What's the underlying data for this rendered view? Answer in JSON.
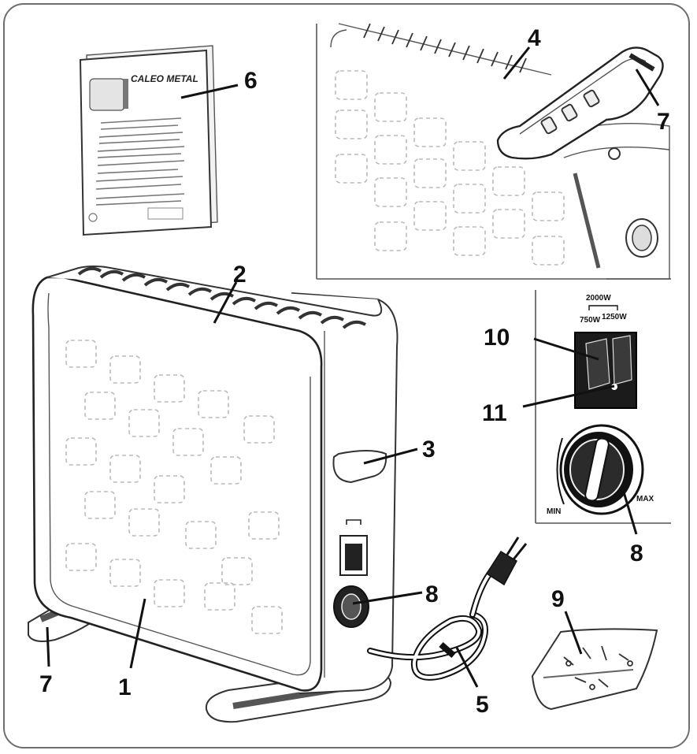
{
  "manual": {
    "title": "CALEO METAL"
  },
  "callouts": {
    "c1": "1",
    "c2": "2",
    "c3": "3",
    "c4": "4",
    "c5": "5",
    "c6": "6",
    "c7a": "7",
    "c7b": "7",
    "c8a": "8",
    "c8b": "8",
    "c9": "9",
    "c10": "10",
    "c11": "11"
  },
  "switch_panel": {
    "power_total": "2000W",
    "power_left": "750W",
    "power_right": "1250W"
  },
  "thermostat": {
    "min_label": "MIN",
    "max_label": "MAX"
  }
}
